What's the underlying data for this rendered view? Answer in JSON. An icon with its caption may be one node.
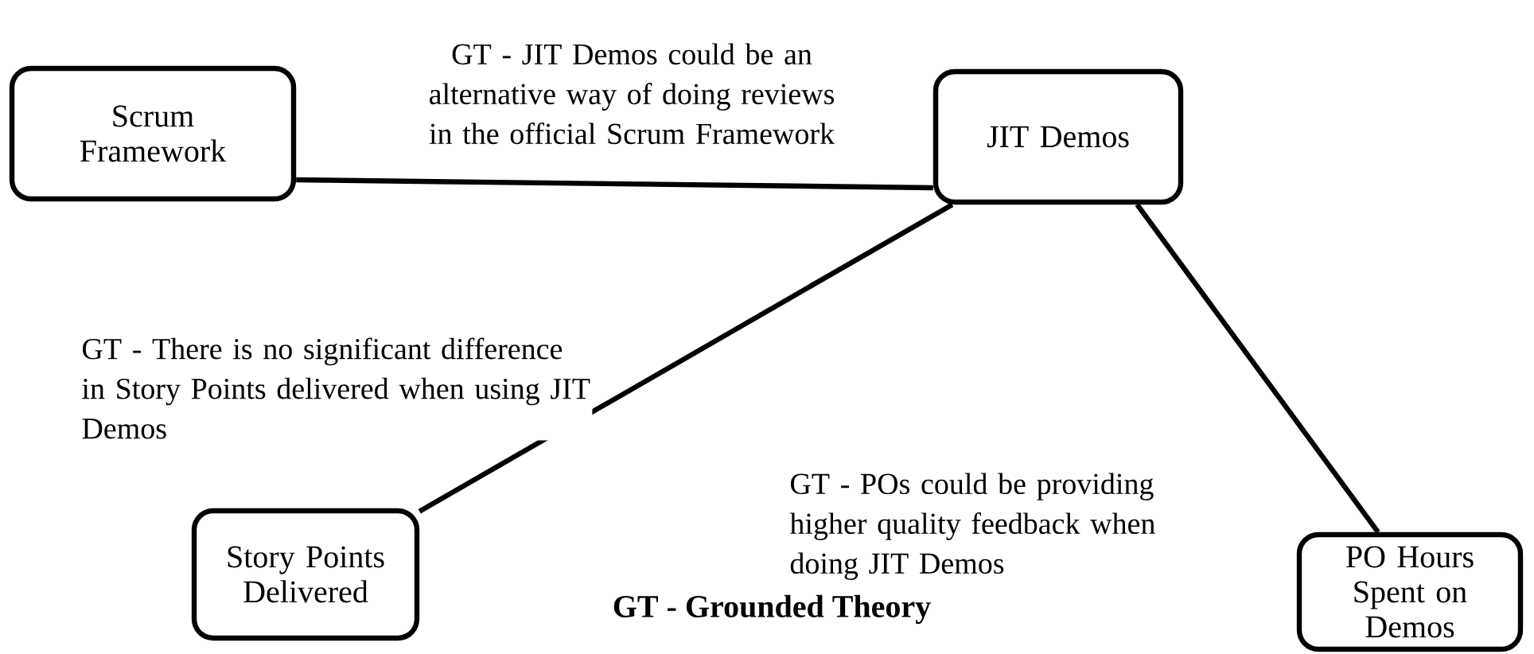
{
  "diagram": {
    "nodes": [
      {
        "text": [
          "Scrum Framework"
        ]
      },
      {
        "text": [
          "JIT Demos"
        ]
      },
      {
        "text": [
          "Story Points Delivered"
        ]
      },
      {
        "text": [
          "PO Hours Spent on Demos"
        ]
      }
    ],
    "edges": [
      {
        "from": 0,
        "to": 1,
        "arrow": "none",
        "label": "GT - JIT Demos could be an alternative way of doing reviews in the official Scrum Framework"
      },
      {
        "from": 1,
        "to": 2,
        "arrow": "none",
        "label": "GT - There is no significant difference in Story Points delivered when using JIT  Demos"
      },
      {
        "from": 1,
        "to": 3,
        "arrow": "none",
        "label": "GT - POs could be providing higher quality feedback when doing JIT Demos"
      }
    ],
    "labels": [
      "GT - Grounded Theory"
    ]
  }
}
